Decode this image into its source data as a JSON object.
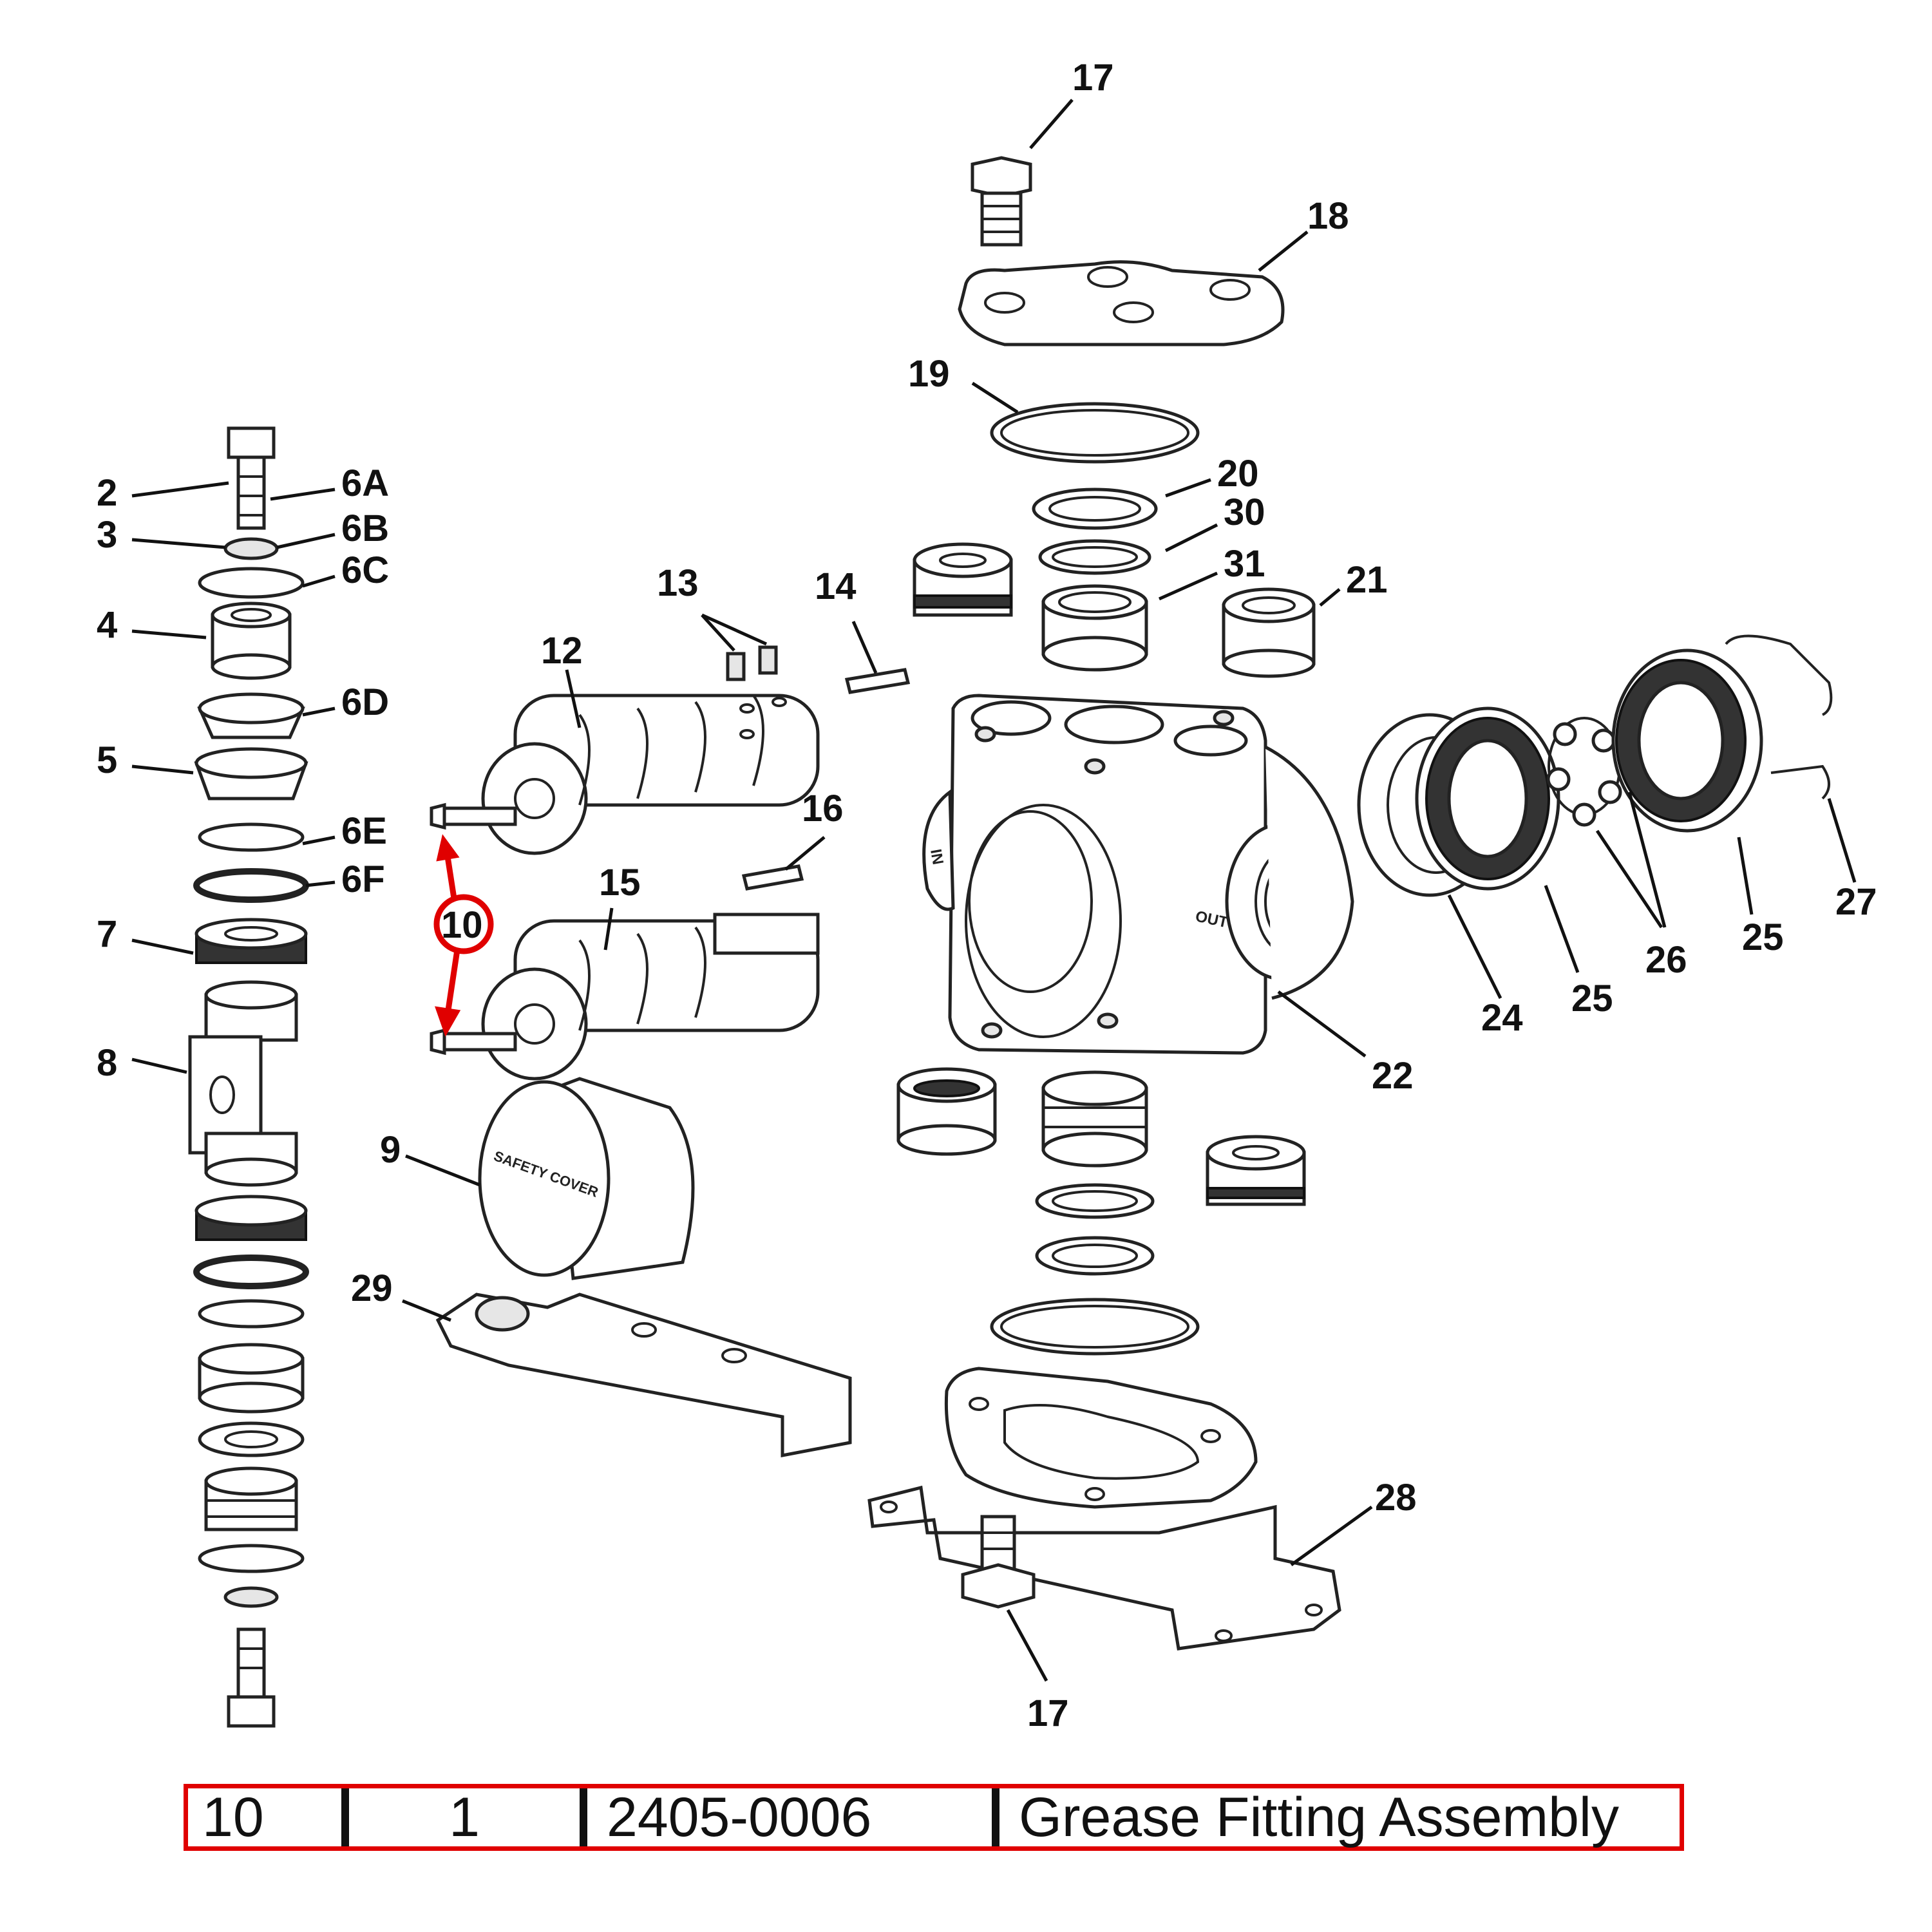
{
  "diagram": {
    "callouts": {
      "c17_top": "17",
      "c18": "18",
      "c19": "19",
      "c20": "20",
      "c30": "30",
      "c31": "31",
      "c21": "21",
      "c2": "2",
      "c6A": "6A",
      "c3": "3",
      "c6B": "6B",
      "c6C": "6C",
      "c4": "4",
      "c6D": "6D",
      "c5": "5",
      "c6E": "6E",
      "c6F": "6F",
      "c7": "7",
      "c8": "8",
      "c9": "9",
      "c29": "29",
      "c12": "12",
      "c13": "13",
      "c14": "14",
      "c15": "15",
      "c16": "16",
      "c10": "10",
      "c22": "22",
      "c24": "24",
      "c25a": "25",
      "c26": "26",
      "c25b": "25",
      "c27": "27",
      "c28": "28",
      "c17_bottom": "17"
    },
    "part_text": {
      "safety_cover": "SAFETY COVER",
      "port_in": "IN",
      "port_out": "OUT"
    },
    "highlight_color": "#e00000"
  },
  "parts_table": {
    "item": "10",
    "qty": "1",
    "part_number": "2405-0006",
    "description": "Grease Fitting Assembly"
  }
}
